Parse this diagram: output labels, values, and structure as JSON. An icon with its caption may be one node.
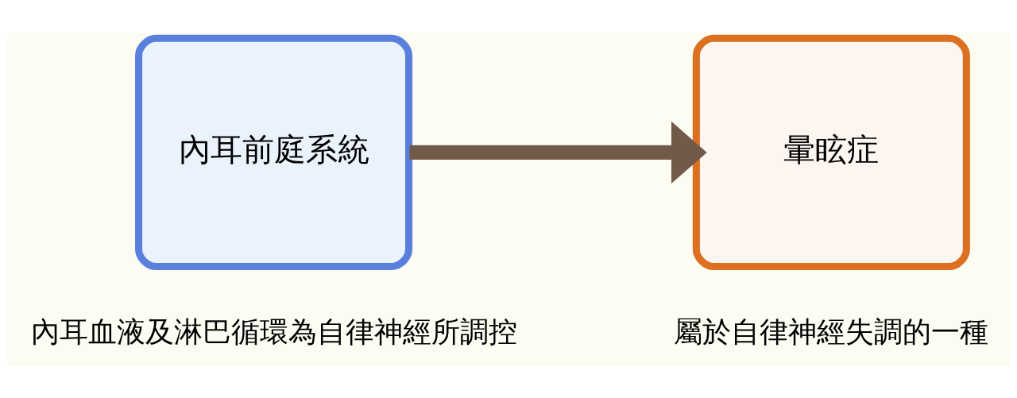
{
  "diagram": {
    "nodes": [
      {
        "text": [
          "內耳前庭系統"
        ],
        "beside": [
          "內耳血液及淋巴循環為自律神經所調控"
        ]
      },
      {
        "text": [
          "暈眩症"
        ],
        "beside": [
          "屬於自律神經失調的一種"
        ]
      }
    ],
    "edges": [
      {
        "from": 0,
        "to": 1,
        "arrow": "to"
      }
    ]
  }
}
